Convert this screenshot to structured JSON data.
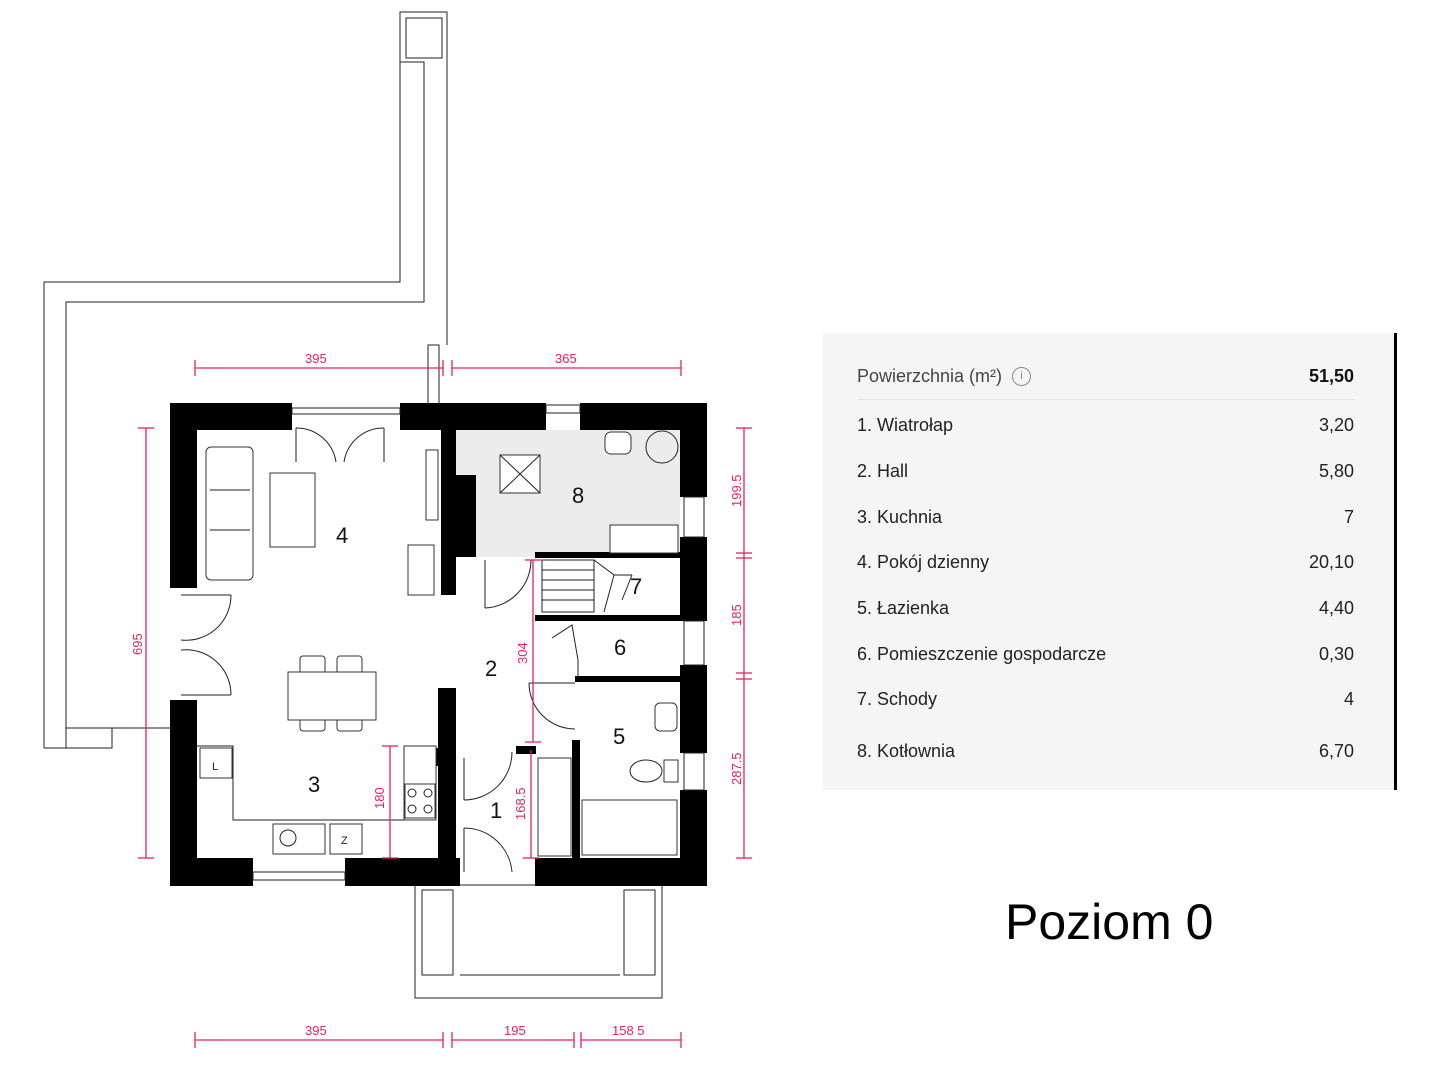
{
  "plan": {
    "rooms": [
      "1",
      "2",
      "3",
      "4",
      "5",
      "6",
      "7",
      "8"
    ],
    "dims": {
      "top_left": "395",
      "top_right": "365",
      "left": "695",
      "right_top": "199.5",
      "right_mid": "185",
      "right_bottom": "287.5",
      "bottom_left": "395",
      "bottom_mid": "195",
      "bottom_right": "158 5",
      "hall": "304",
      "kitchen": "180",
      "entry": "168.5"
    },
    "fixtures": {
      "fridge": "L",
      "dishwasher": "Z"
    }
  },
  "area_table": {
    "header": {
      "label": "Powierzchnia (m²)",
      "info_glyph": "i",
      "value": "51,50"
    },
    "rows": [
      {
        "label": "1. Wiatrołap",
        "value": "3,20"
      },
      {
        "label": "2. Hall",
        "value": "5,80"
      },
      {
        "label": "3. Kuchnia",
        "value": "7"
      },
      {
        "label": "4. Pokój dzienny",
        "value": "20,10"
      },
      {
        "label": "5. Łazienka",
        "value": "4,40"
      },
      {
        "label": "6. Pomieszczenie gospodarcze",
        "value": "0,30"
      },
      {
        "label": "7. Schody",
        "value": "4"
      },
      {
        "label": "8. Kotłownia",
        "value": "6,70"
      }
    ]
  },
  "level_label": "Poziom 0",
  "colors": {
    "dimension": "#e8215f",
    "wall": "#000000",
    "table_bg": "#f5f5f5",
    "boiler_room_fill": "#ececec"
  }
}
